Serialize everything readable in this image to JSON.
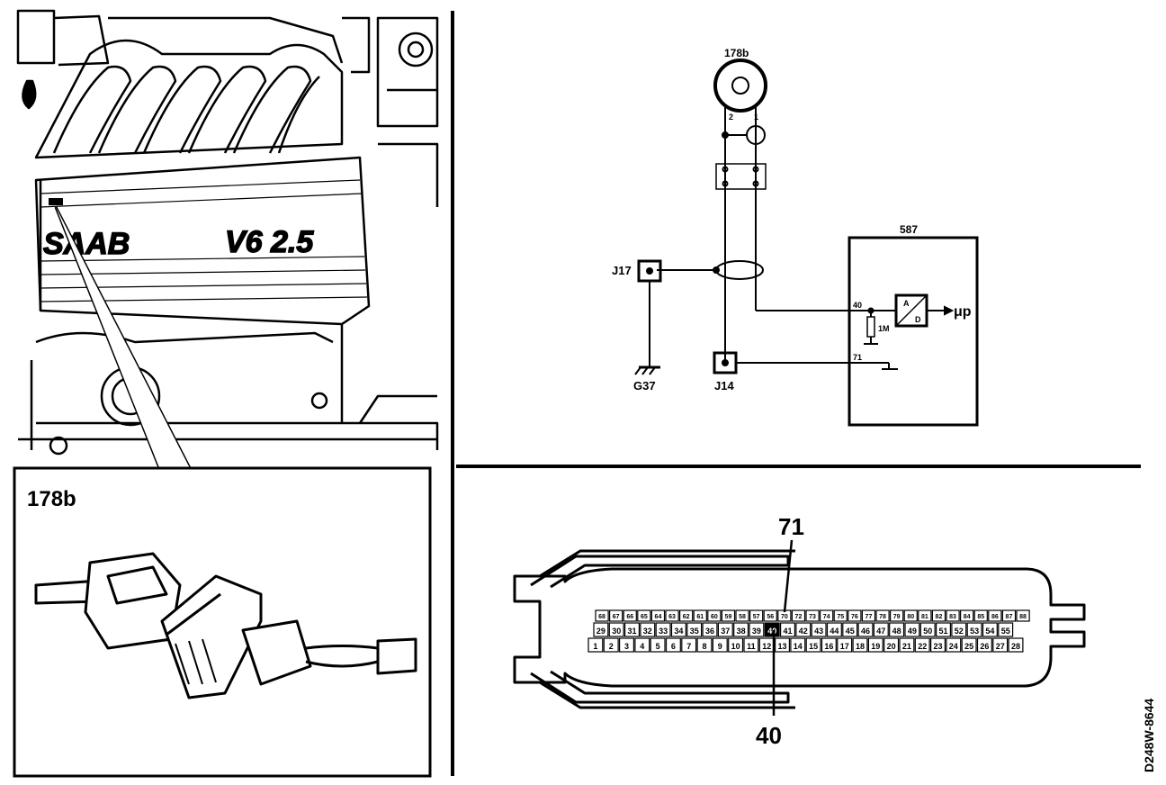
{
  "photo": {
    "brand_text": "SAAB",
    "engine_text": "V6 2.5",
    "detail_label": "178b"
  },
  "schematic": {
    "sensor_label": "178b",
    "sensor_pin_left": "2",
    "sensor_pin_right": "1",
    "ecu_label": "587",
    "ecu_pin_top": "40",
    "ecu_pin_bottom": "71",
    "resistor_label": "1M",
    "converter_top": "A",
    "converter_bottom": "D",
    "output_label": "μp",
    "junction_shield": "J17",
    "junction_ground": "J14",
    "ground_label": "G37"
  },
  "connector": {
    "callout_top": "71",
    "callout_bottom": "40",
    "row_top": [
      "68",
      "67",
      "66",
      "65",
      "64",
      "63",
      "62",
      "61",
      "60",
      "59",
      "58",
      "57",
      "56",
      "70",
      "72",
      "73",
      "74",
      "75",
      "76",
      "77",
      "78",
      "79",
      "80",
      "81",
      "82",
      "83",
      "84",
      "85",
      "86",
      "87",
      "88"
    ],
    "row_middle": [
      "29",
      "30",
      "31",
      "32",
      "33",
      "34",
      "35",
      "36",
      "37",
      "38",
      "39",
      "40",
      "41",
      "42",
      "43",
      "44",
      "45",
      "46",
      "47",
      "48",
      "49",
      "50",
      "51",
      "52",
      "53",
      "54",
      "55"
    ],
    "row_bottom": [
      "1",
      "2",
      "3",
      "4",
      "5",
      "6",
      "7",
      "8",
      "9",
      "10",
      "11",
      "12",
      "13",
      "14",
      "15",
      "16",
      "17",
      "18",
      "19",
      "20",
      "21",
      "22",
      "23",
      "24",
      "25",
      "26",
      "27",
      "28"
    ]
  },
  "figure_code": "D248W-8644"
}
